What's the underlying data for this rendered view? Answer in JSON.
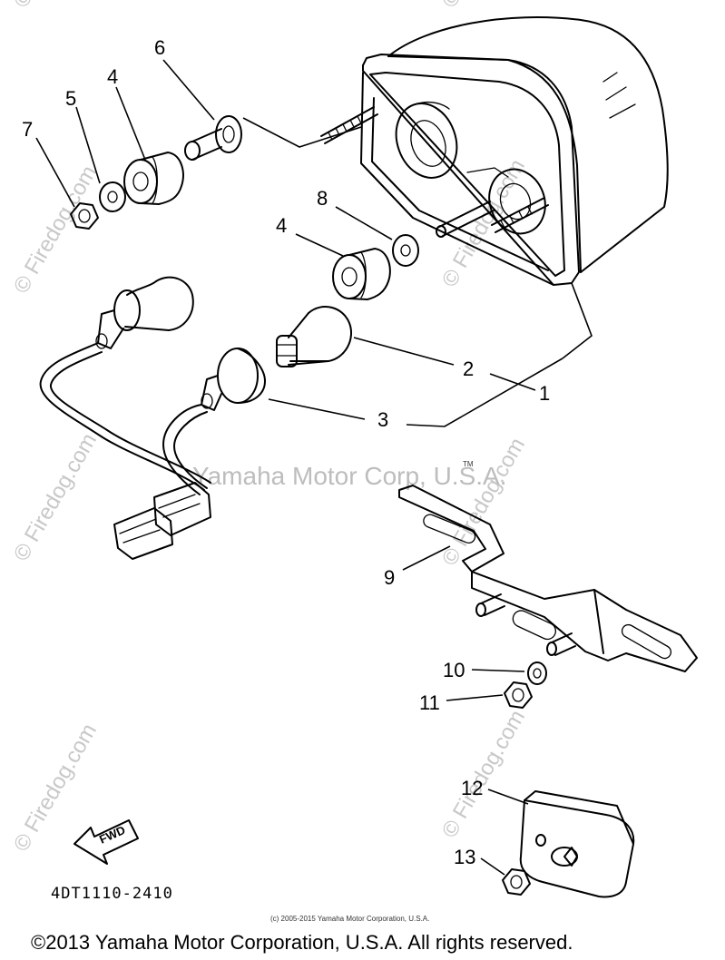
{
  "callouts": [
    {
      "id": "1",
      "label": "1"
    },
    {
      "id": "2",
      "label": "2"
    },
    {
      "id": "3",
      "label": "3"
    },
    {
      "id": "4a",
      "label": "4"
    },
    {
      "id": "4b",
      "label": "4"
    },
    {
      "id": "5",
      "label": "5"
    },
    {
      "id": "6",
      "label": "6"
    },
    {
      "id": "7",
      "label": "7"
    },
    {
      "id": "8",
      "label": "8"
    },
    {
      "id": "9",
      "label": "9"
    },
    {
      "id": "10",
      "label": "10"
    },
    {
      "id": "11",
      "label": "11"
    },
    {
      "id": "12",
      "label": "12"
    },
    {
      "id": "13",
      "label": "13"
    }
  ],
  "watermark": {
    "site": "© Firedog.com",
    "brand": "Yamaha Motor Corp, U.S.A.",
    "tm": "TM"
  },
  "direction_label": "FWD",
  "part_code": "4DT1110-2410",
  "small_copyright": "(c) 2005-2015 Yamaha Motor Corporation, U.S.A.",
  "footer_copyright": "©2013 Yamaha Motor Corporation, U.S.A. All rights reserved."
}
